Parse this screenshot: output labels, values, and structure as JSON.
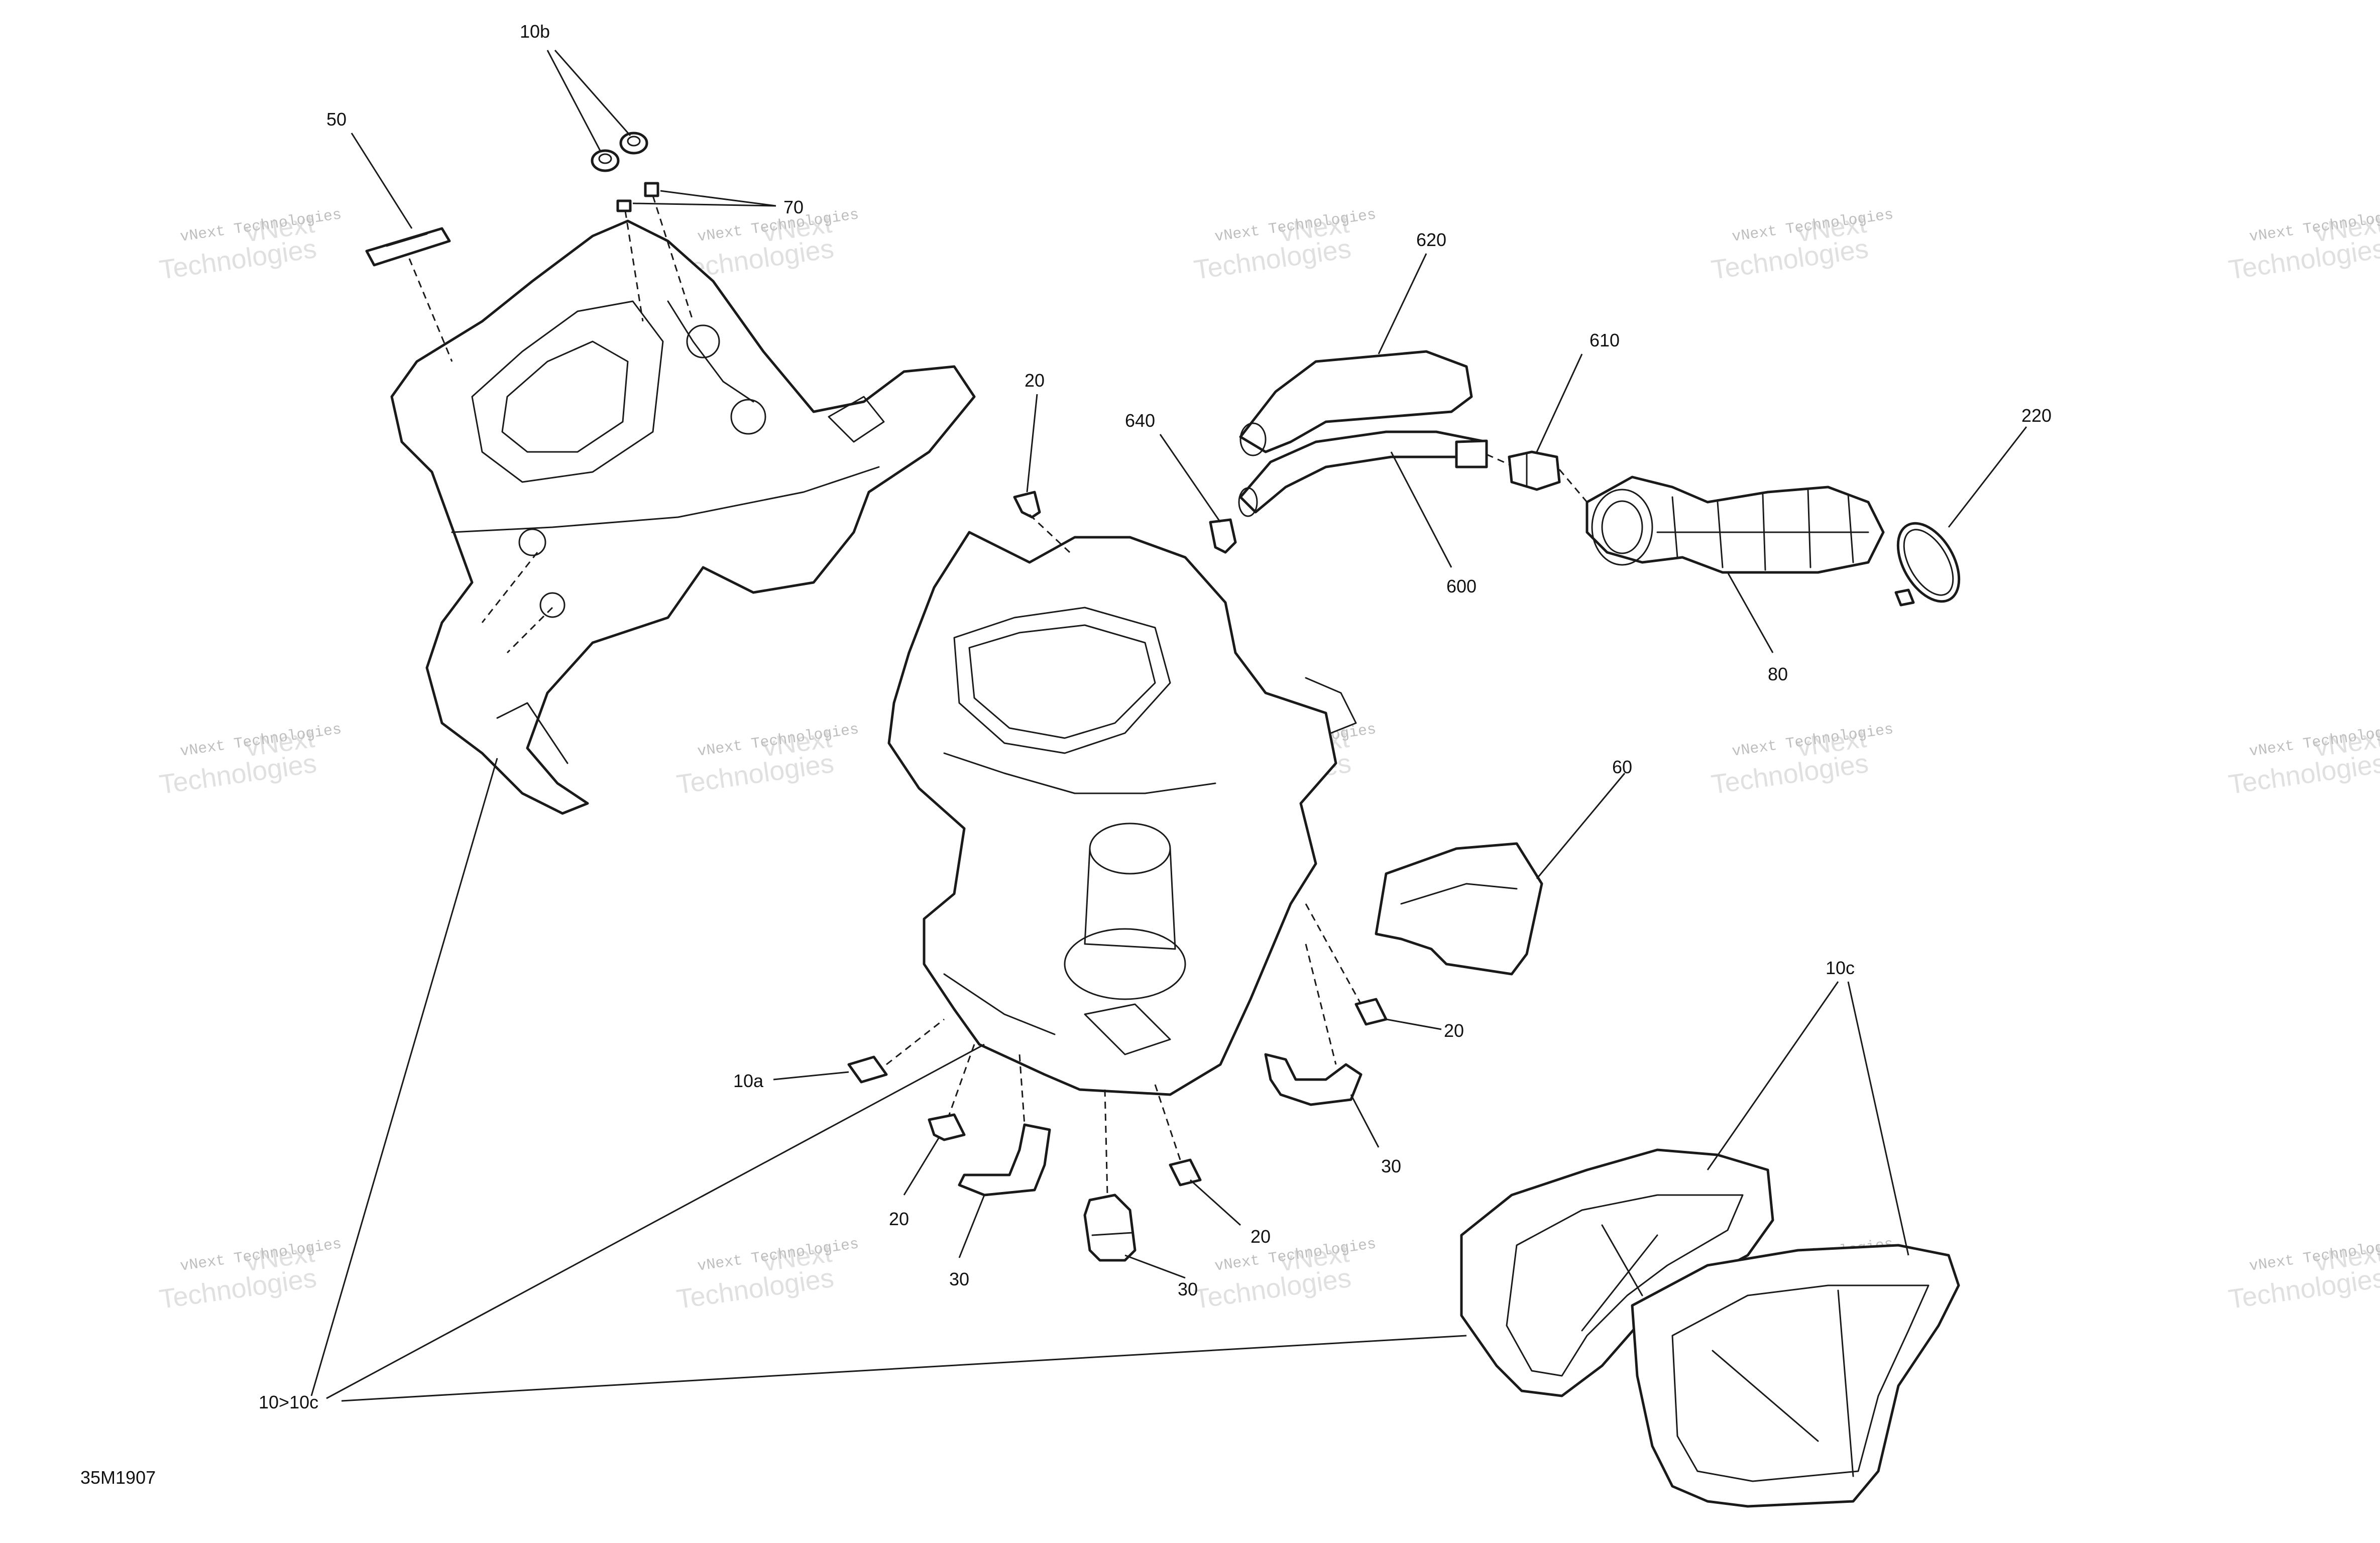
{
  "diagram": {
    "figure_code": "35M1907",
    "callouts": {
      "c10b": "10b",
      "c50": "50",
      "c70": "70",
      "c620": "620",
      "c610": "610",
      "c20_top": "20",
      "c640": "640",
      "c220": "220",
      "c600": "600",
      "c80": "80",
      "c60": "60",
      "c10c": "10c",
      "c20_right": "20",
      "c10a": "10a",
      "c30_right": "30",
      "c20_lower_left": "20",
      "c20_lower_mid": "20",
      "c30_left": "30",
      "c30_mid": "30",
      "c10_10c": "10>10c"
    },
    "watermark": {
      "line1": "vNext Technologies",
      "line2": "Technologies",
      "overlay": "vNext"
    },
    "colors": {
      "ink": "#1a1a1a",
      "watermark": "#9a9a9a"
    }
  }
}
